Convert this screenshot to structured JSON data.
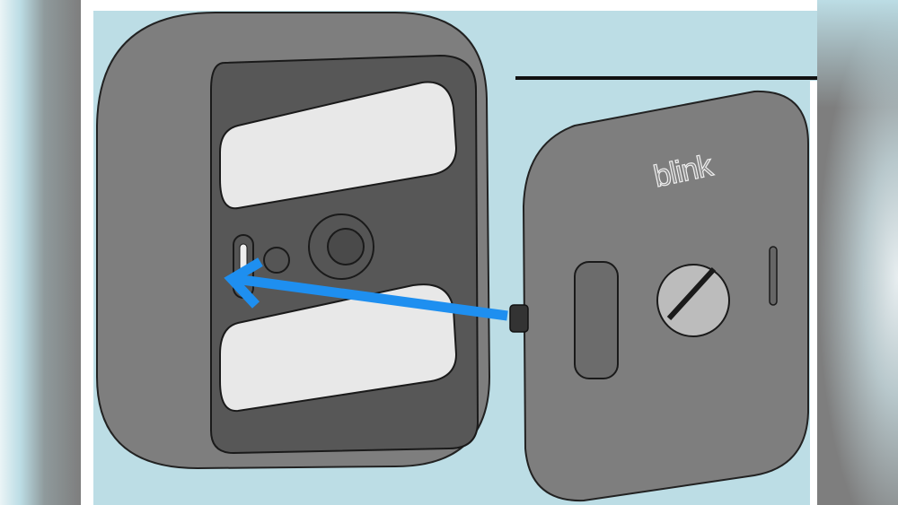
{
  "illustration": {
    "subject": "Blink camera battery compartment with back cover removed",
    "cover_logo_text": "blink",
    "arrow_color": "#1e8ff0",
    "background_color": "#bcdde5",
    "device_color": "#7e7e7e",
    "battery_color": "#e8e8e8",
    "elements": [
      "camera-housing",
      "battery-top",
      "battery-bottom",
      "back-cover",
      "cover-screw",
      "latch-slot",
      "direction-arrow"
    ]
  }
}
